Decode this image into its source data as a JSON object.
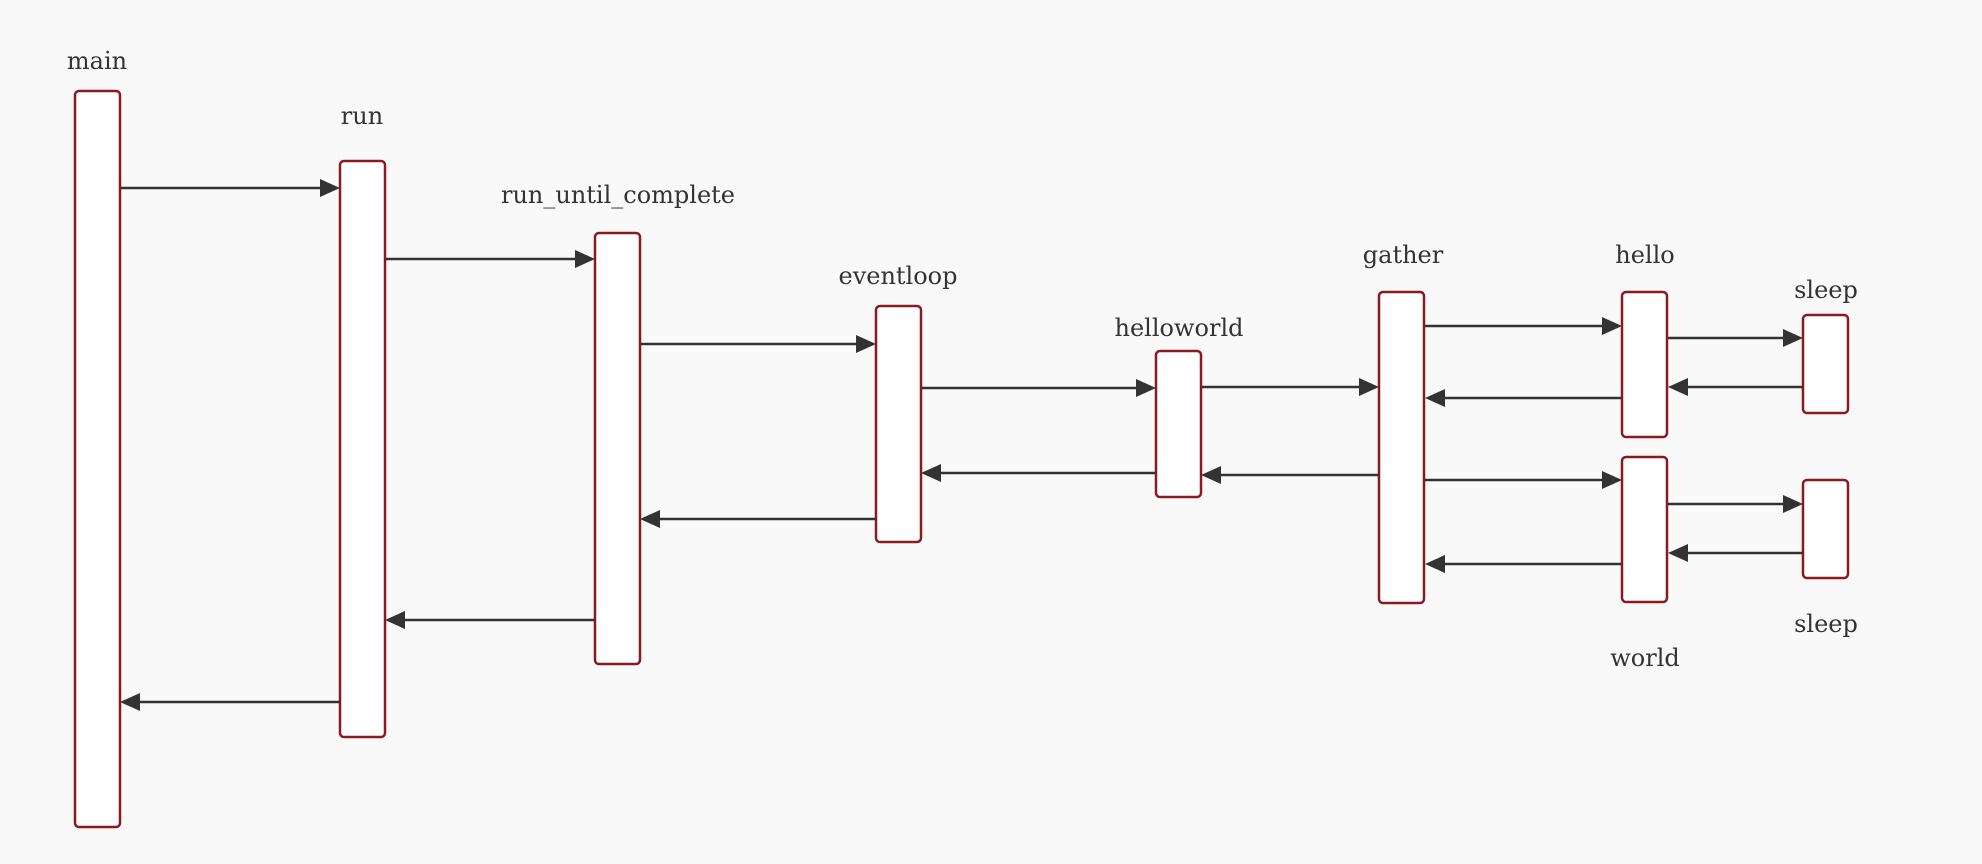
{
  "diagram": {
    "type": "sequence-call-diagram",
    "colors": {
      "background": "#f9f9f9",
      "box_stroke": "#8b1a1f",
      "box_fill": "#ffffff",
      "arrow": "#333333",
      "text": "#333333"
    },
    "labels": {
      "main": "main",
      "run": "run",
      "run_until_complete": "run_until_complete",
      "eventloop": "eventloop",
      "helloworld": "helloworld",
      "gather": "gather",
      "hello": "hello",
      "sleep_1": "sleep",
      "world": "world",
      "sleep_2": "sleep"
    },
    "calls": [
      {
        "from": "main",
        "to": "run",
        "kind": "call"
      },
      {
        "from": "run",
        "to": "run_until_complete",
        "kind": "call"
      },
      {
        "from": "run_until_complete",
        "to": "eventloop",
        "kind": "call"
      },
      {
        "from": "eventloop",
        "to": "helloworld",
        "kind": "call"
      },
      {
        "from": "helloworld",
        "to": "gather",
        "kind": "call"
      },
      {
        "from": "gather",
        "to": "hello",
        "kind": "call"
      },
      {
        "from": "hello",
        "to": "sleep_1",
        "kind": "call"
      },
      {
        "from": "sleep_1",
        "to": "hello",
        "kind": "return"
      },
      {
        "from": "hello",
        "to": "gather",
        "kind": "return"
      },
      {
        "from": "gather",
        "to": "world",
        "kind": "call"
      },
      {
        "from": "world",
        "to": "sleep_2",
        "kind": "call"
      },
      {
        "from": "sleep_2",
        "to": "world",
        "kind": "return"
      },
      {
        "from": "world",
        "to": "gather",
        "kind": "return"
      },
      {
        "from": "gather",
        "to": "helloworld",
        "kind": "return"
      },
      {
        "from": "helloworld",
        "to": "eventloop",
        "kind": "return"
      },
      {
        "from": "eventloop",
        "to": "run_until_complete",
        "kind": "return"
      },
      {
        "from": "run_until_complete",
        "to": "run",
        "kind": "return"
      },
      {
        "from": "run",
        "to": "main",
        "kind": "return"
      }
    ]
  }
}
